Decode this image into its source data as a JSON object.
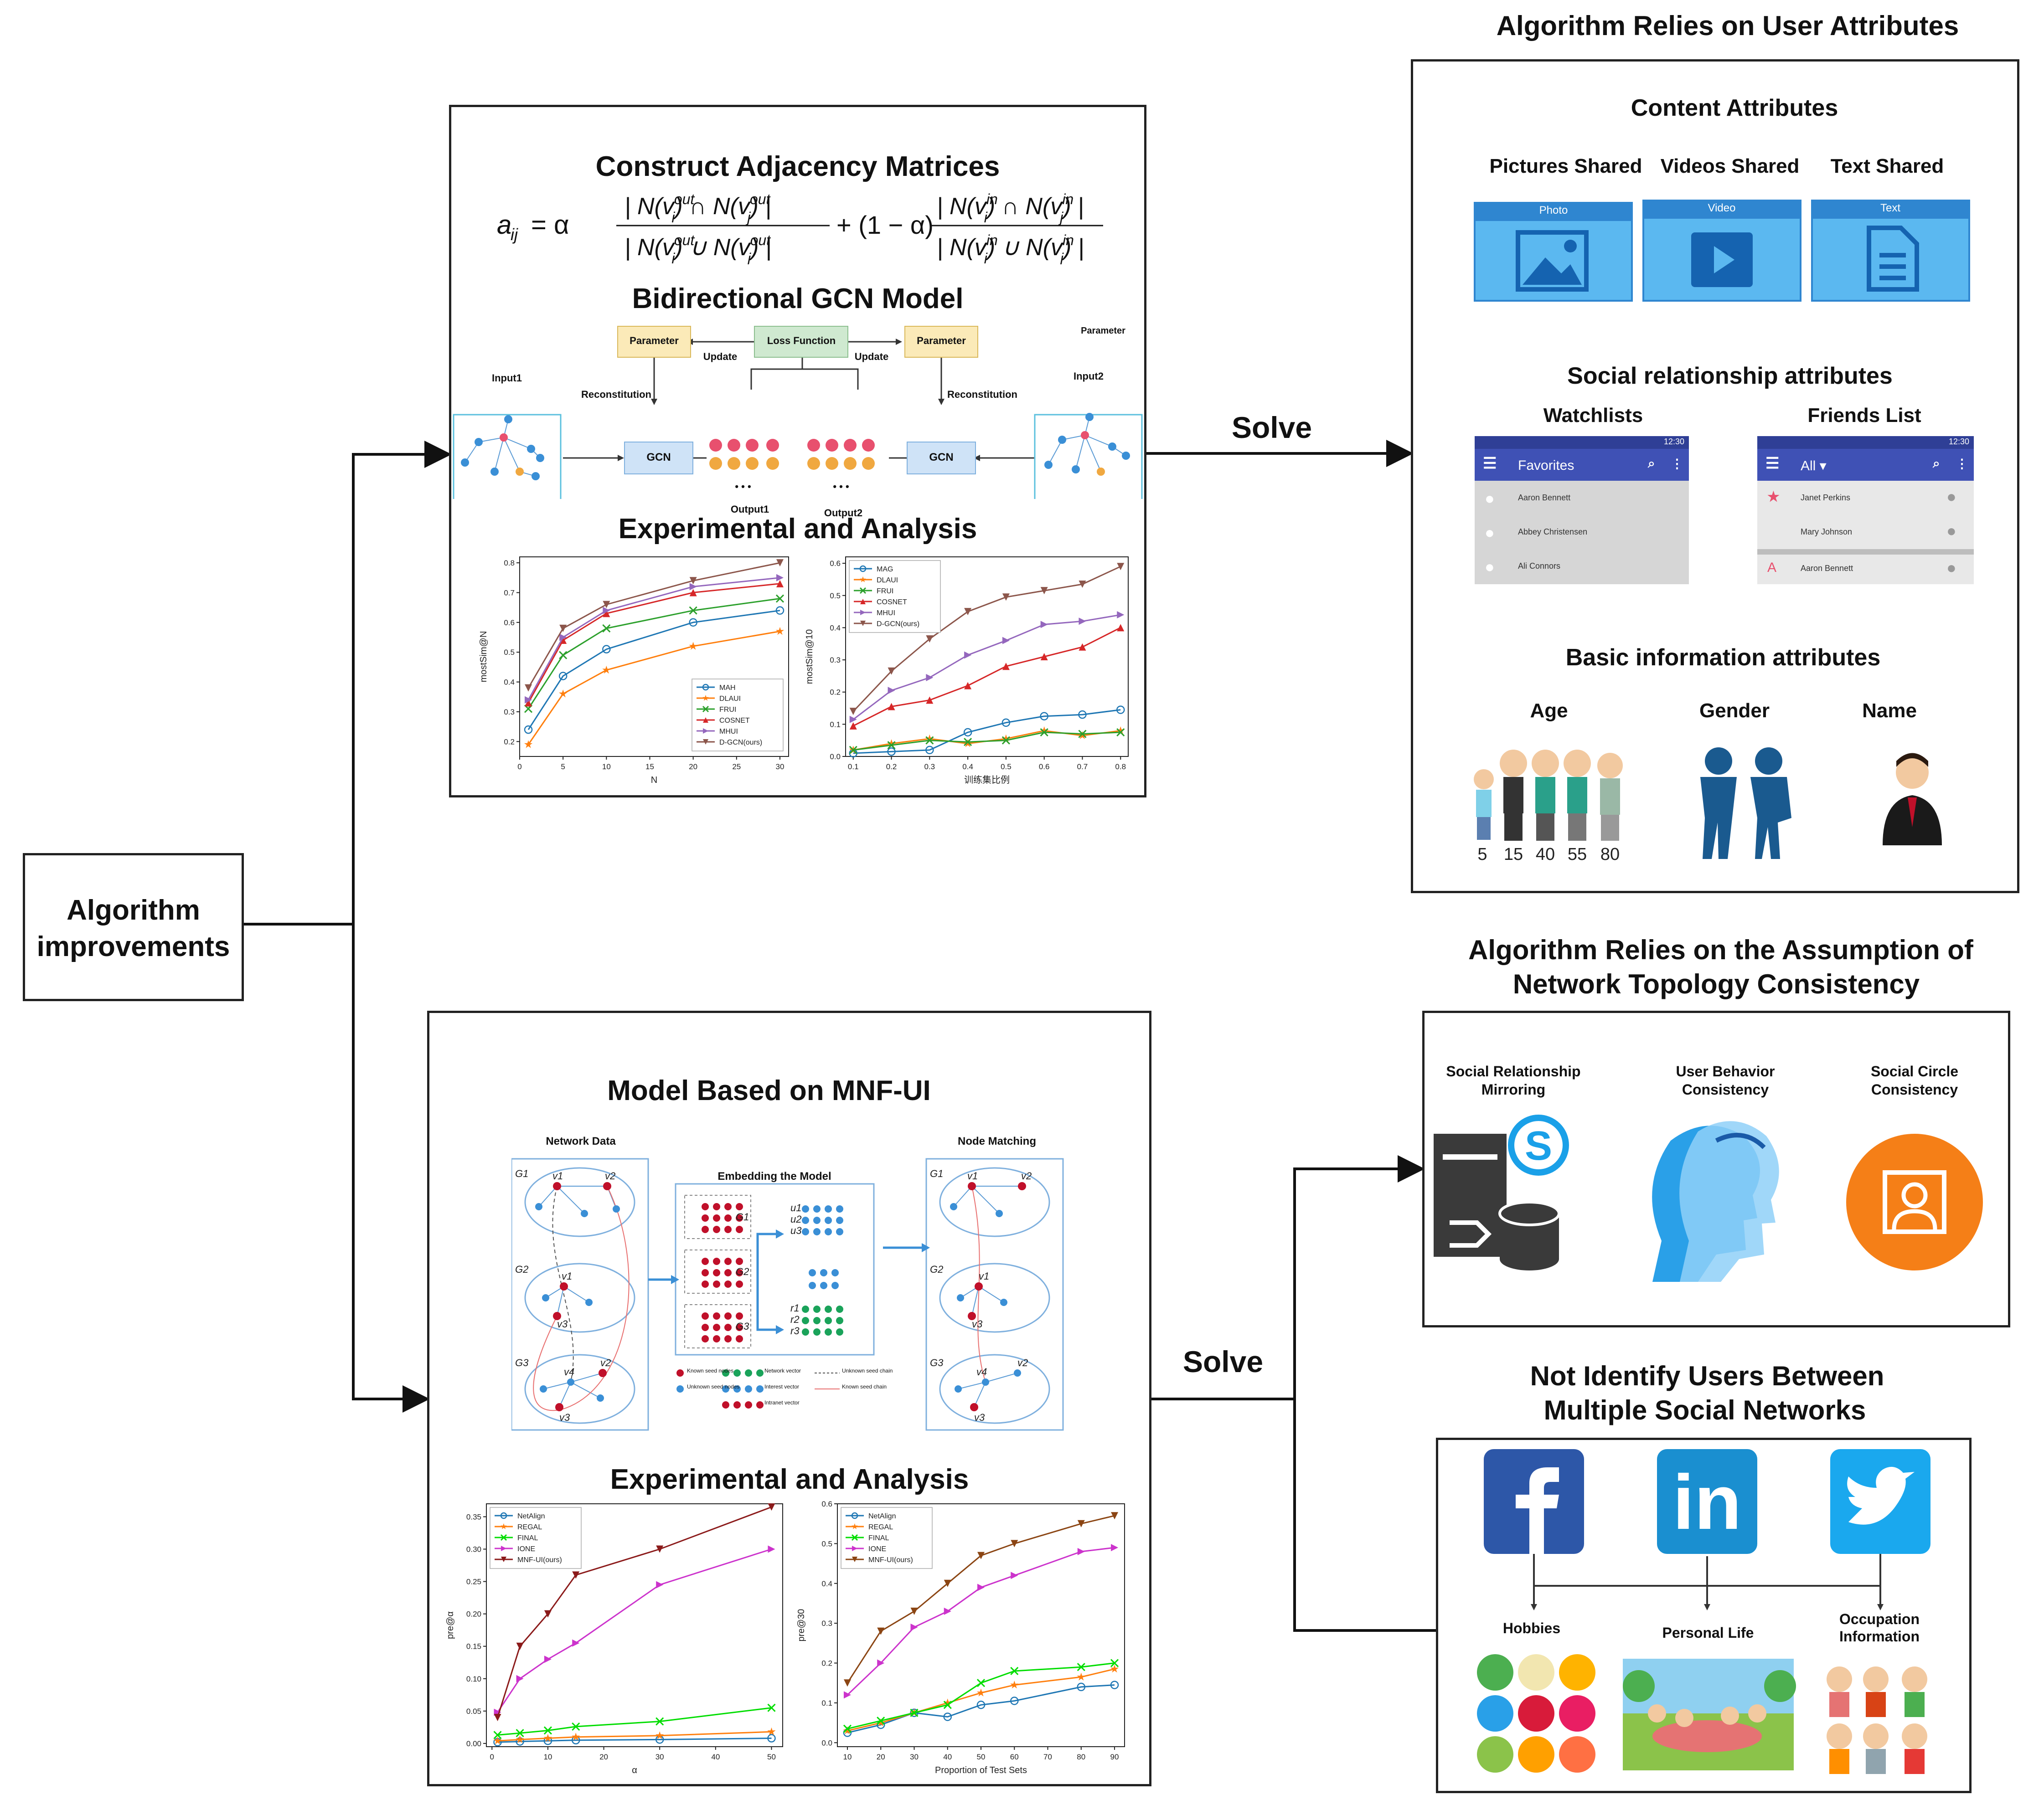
{
  "root": {
    "line1": "Algorithm",
    "line2": "improvements"
  },
  "solve_top": "Solve",
  "solve_bottom": "Solve",
  "panel1": {
    "title_adj": "Construct Adjacency Matrices",
    "title_gcn": "Bidirectional GCN Model",
    "title_exp": "Experimental and Analysis",
    "gcn": {
      "input1": "Input1",
      "input2": "Input2",
      "parameter": "Parameter",
      "loss": "Loss Function",
      "update": "Update",
      "reconstitution": "Reconstitution",
      "gcn": "GCN",
      "output1": "Output1",
      "output2": "Output2",
      "dots": "• • •"
    }
  },
  "panel2": {
    "title_model": "Model Based on MNF-UI",
    "title_exp": "Experimental and Analysis",
    "network_data": "Network Data",
    "embedding": "Embedding the Model",
    "node_matching": "Node Matching",
    "g1": "G1",
    "g2": "G2",
    "g3": "G3",
    "legend": {
      "known": "Known seed nodes",
      "unknown": "Unknown seed nodes",
      "network_vec": "Network vector",
      "interest_vec": "Interest vector",
      "intranet_vec": "Intranet vector",
      "unknown_chain": "Unknown seed chain",
      "known_chain": "Known seed chain"
    }
  },
  "right1": {
    "heading": "Algorithm Relies on User Attributes",
    "content_title": "Content Attributes",
    "pictures": "Pictures Shared",
    "videos": "Videos Shared",
    "text": "Text  Shared",
    "photo_tab": "Photo",
    "video_tab": "Video",
    "text_tab": "Text",
    "social_title": "Social relationship attributes",
    "watchlists": "Watchlists",
    "friends": "Friends List",
    "phone1": {
      "time": "12:30",
      "title": "Favorites",
      "rows": [
        "Aaron Bennett",
        "Abbey Christensen",
        "Ali Connors"
      ]
    },
    "phone2": {
      "time": "12:30",
      "title": "All ▾",
      "rows": [
        "Janet Perkins",
        "Mary Johnson",
        "Aaron Bennett"
      ]
    },
    "basic_title": "Basic information attributes",
    "age": "Age",
    "gender": "Gender",
    "name": "Name",
    "ages": [
      "5",
      "15",
      "40",
      "55",
      "80"
    ]
  },
  "right2": {
    "heading1": "Algorithm Relies on the Assumption of",
    "heading2": "Network Topology Consistency",
    "c1a": "Social Relationship",
    "c1b": "Mirroring",
    "c2a": "User Behavior",
    "c2b": "Consistency",
    "c3a": "Social Circle",
    "c3b": "Consistency"
  },
  "right3": {
    "heading1": "Not Identify Users Between",
    "heading2": "Multiple Social Networks",
    "hobbies": "Hobbies",
    "personal": "Personal Life",
    "occ1": "Occupation",
    "occ2": "Information"
  },
  "chart_data": [
    {
      "type": "line",
      "ylabel": "mostSim@N",
      "xlabel": "N",
      "x": [
        1,
        5,
        10,
        20,
        30
      ],
      "xticks": [
        0,
        5,
        10,
        15,
        20,
        25,
        30
      ],
      "yticks": [
        0.2,
        0.3,
        0.4,
        0.5,
        0.6,
        0.7,
        0.8
      ],
      "xlim": [
        0,
        31
      ],
      "ylim": [
        0.15,
        0.82
      ],
      "legend_position": "lower-right",
      "series": [
        {
          "name": "MAH",
          "color": "#1f77b4",
          "marker": "circle",
          "values": [
            0.24,
            0.42,
            0.51,
            0.6,
            0.64
          ]
        },
        {
          "name": "DLAUI",
          "color": "#ff7f0e",
          "marker": "star",
          "values": [
            0.19,
            0.36,
            0.44,
            0.52,
            0.57
          ]
        },
        {
          "name": "FRUI",
          "color": "#2ca02c",
          "marker": "x",
          "values": [
            0.31,
            0.49,
            0.58,
            0.64,
            0.68
          ]
        },
        {
          "name": "COSNET",
          "color": "#d62728",
          "marker": "triangle-up",
          "values": [
            0.33,
            0.54,
            0.63,
            0.7,
            0.73
          ]
        },
        {
          "name": "MHUI",
          "color": "#9467bd",
          "marker": "triangle-right",
          "values": [
            0.34,
            0.55,
            0.64,
            0.72,
            0.75
          ]
        },
        {
          "name": "D-GCN(ours)",
          "color": "#8c564b",
          "marker": "triangle-down",
          "values": [
            0.38,
            0.58,
            0.66,
            0.74,
            0.8
          ]
        }
      ]
    },
    {
      "type": "line",
      "ylabel": "mostSim@10",
      "xlabel": "训练集比例",
      "x": [
        0.1,
        0.2,
        0.3,
        0.4,
        0.5,
        0.6,
        0.7,
        0.8
      ],
      "xticks": [
        0.1,
        0.2,
        0.3,
        0.4,
        0.5,
        0.6,
        0.7,
        0.8
      ],
      "yticks": [
        0.0,
        0.1,
        0.2,
        0.3,
        0.4,
        0.5,
        0.6
      ],
      "xlim": [
        0.08,
        0.82
      ],
      "ylim": [
        0,
        0.62
      ],
      "legend_position": "top-left",
      "series": [
        {
          "name": "MAG",
          "color": "#1f77b4",
          "marker": "circle",
          "values": [
            0.01,
            0.015,
            0.02,
            0.075,
            0.105,
            0.125,
            0.13,
            0.145
          ]
        },
        {
          "name": "DLAUI",
          "color": "#ff7f0e",
          "marker": "star",
          "values": [
            0.02,
            0.04,
            0.055,
            0.04,
            0.055,
            0.08,
            0.065,
            0.08
          ]
        },
        {
          "name": "FRUI",
          "color": "#2ca02c",
          "marker": "x",
          "values": [
            0.02,
            0.035,
            0.05,
            0.045,
            0.05,
            0.075,
            0.07,
            0.075
          ]
        },
        {
          "name": "COSNET",
          "color": "#d62728",
          "marker": "triangle-up",
          "values": [
            0.095,
            0.155,
            0.175,
            0.22,
            0.28,
            0.31,
            0.34,
            0.4
          ]
        },
        {
          "name": "MHUI",
          "color": "#9467bd",
          "marker": "triangle-right",
          "values": [
            0.115,
            0.205,
            0.245,
            0.315,
            0.36,
            0.41,
            0.42,
            0.44
          ]
        },
        {
          "name": "D-GCN(ours)",
          "color": "#8c564b",
          "marker": "triangle-down",
          "values": [
            0.14,
            0.265,
            0.365,
            0.45,
            0.495,
            0.515,
            0.535,
            0.59
          ]
        }
      ]
    },
    {
      "type": "line",
      "ylabel": "pre@α",
      "xlabel": "α",
      "x": [
        1,
        5,
        10,
        15,
        30,
        50
      ],
      "xticks": [
        0,
        10,
        20,
        30,
        40,
        50
      ],
      "yticks": [
        0.0,
        0.05,
        0.1,
        0.15,
        0.2,
        0.25,
        0.3,
        0.35
      ],
      "xlim": [
        -1,
        52
      ],
      "ylim": [
        -0.005,
        0.37
      ],
      "legend_position": "top-left",
      "series": [
        {
          "name": "NetAlign",
          "color": "#1f77b4",
          "marker": "circle",
          "values": [
            0.002,
            0.003,
            0.004,
            0.005,
            0.006,
            0.008
          ]
        },
        {
          "name": "REGAL",
          "color": "#ff7f0e",
          "marker": "star",
          "values": [
            0.004,
            0.006,
            0.008,
            0.01,
            0.012,
            0.018
          ]
        },
        {
          "name": "FINAL",
          "color": "#00dd00",
          "marker": "x",
          "values": [
            0.013,
            0.016,
            0.02,
            0.026,
            0.034,
            0.055
          ]
        },
        {
          "name": "IONE",
          "color": "#cc33cc",
          "marker": "triangle-right",
          "values": [
            0.048,
            0.1,
            0.13,
            0.155,
            0.245,
            0.3
          ]
        },
        {
          "name": "MNF-UI(ours)",
          "color": "#8b1a1a",
          "marker": "triangle-down",
          "values": [
            0.04,
            0.15,
            0.2,
            0.26,
            0.3,
            0.365
          ]
        }
      ]
    },
    {
      "type": "line",
      "ylabel": "pre@30",
      "xlabel": "Proportion of Test Sets",
      "x": [
        10,
        20,
        30,
        40,
        50,
        60,
        80,
        90
      ],
      "xticks": [
        10,
        20,
        30,
        40,
        50,
        60,
        70,
        80,
        90
      ],
      "yticks": [
        0.0,
        0.1,
        0.2,
        0.3,
        0.4,
        0.5,
        0.6
      ],
      "xlim": [
        7,
        93
      ],
      "ylim": [
        -0.01,
        0.6
      ],
      "legend_position": "top-left",
      "series": [
        {
          "name": "NetAlign",
          "color": "#1f77b4",
          "marker": "circle",
          "values": [
            0.025,
            0.045,
            0.075,
            0.065,
            0.095,
            0.105,
            0.14,
            0.145
          ]
        },
        {
          "name": "REGAL",
          "color": "#ff7f0e",
          "marker": "star",
          "values": [
            0.03,
            0.05,
            0.075,
            0.1,
            0.125,
            0.145,
            0.165,
            0.185
          ]
        },
        {
          "name": "FINAL",
          "color": "#00dd00",
          "marker": "x",
          "values": [
            0.035,
            0.055,
            0.075,
            0.095,
            0.15,
            0.18,
            0.19,
            0.2
          ]
        },
        {
          "name": "IONE",
          "color": "#cc33cc",
          "marker": "triangle-right",
          "values": [
            0.12,
            0.2,
            0.29,
            0.33,
            0.39,
            0.42,
            0.48,
            0.49
          ]
        },
        {
          "name": "MNF-UI(ours)",
          "color": "#8b4513",
          "marker": "triangle-down",
          "values": [
            0.15,
            0.28,
            0.33,
            0.4,
            0.47,
            0.5,
            0.55,
            0.57
          ]
        }
      ]
    }
  ]
}
